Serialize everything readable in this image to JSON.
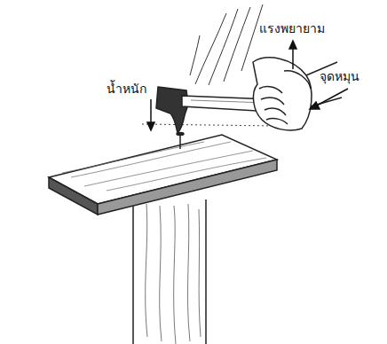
{
  "diagram": {
    "labels": [
      "แรงพยายาม",
      "จุดหมุน",
      "น้ำหนัก"
    ]
  }
}
